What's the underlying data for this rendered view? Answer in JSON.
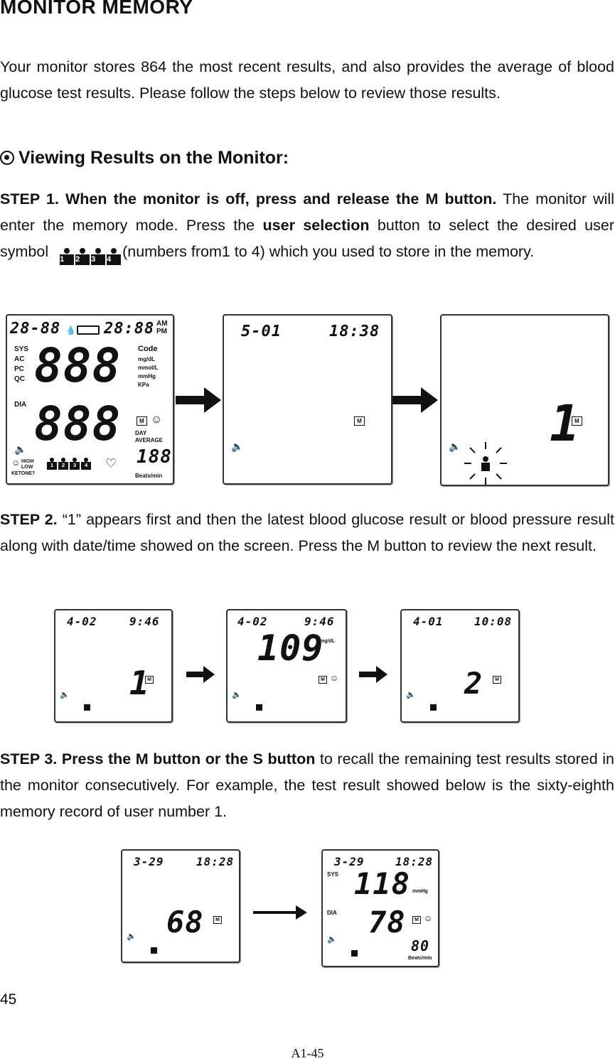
{
  "heading": "MONITOR MEMORY",
  "intro": "Your monitor stores 864 the most recent results, and also provides the average of blood glucose test results. Please follow the steps below to review those results.",
  "subheading": "Viewing Results on the Monitor:",
  "subheading_icon": "circled-dot-icon",
  "step1": {
    "bold_lead": "STEP 1. When the monitor is off, press and release the M button.",
    "text_a": " The monitor will enter the memory mode. Press the ",
    "bold_mid": "user selection",
    "text_b": " button to select the desired user symbol ",
    "text_c": "(numbers from1 to 4) which you used to store in the memory.",
    "user_symbols": [
      "1",
      "2",
      "3",
      "4"
    ]
  },
  "step2": {
    "bold_lead": "STEP 2.",
    "text": " “1” appears first and then the latest blood glucose result or blood pressure result along with date/time showed on the screen. Press the M button to review the next result."
  },
  "step3": {
    "bold_lead": "STEP 3. Press the M button or the S button",
    "text": " to recall the remaining test results stored in the monitor consecutively. For example, the test result showed below is the sixty-eighth memory record of user number 1."
  },
  "screens": {
    "full": {
      "date": "28-88",
      "time": "28:88",
      "am": "AM",
      "pm": "PM",
      "sys": "SYS",
      "ac": "AC",
      "pc": "PC",
      "qc": "QC",
      "dia": "DIA",
      "big_top": "888",
      "big_bottom": "888",
      "code": "Code",
      "units": [
        "mg/dL",
        "mmol/L",
        "mmHg",
        "KPa"
      ],
      "day": "DAY",
      "average": "AVERAGE",
      "pulse": "188",
      "beats": "Beats/min",
      "high": "HIGH",
      "low": "LOW",
      "ketone": "KETONE?"
    },
    "s1b": {
      "date": "5-01",
      "time": "18:38",
      "m": "M"
    },
    "s1c": {
      "num": "1",
      "m": "M"
    },
    "s2a": {
      "date": "4-02",
      "time": "9:46",
      "num": "1",
      "m": "M"
    },
    "s2b": {
      "date": "4-02",
      "time": "9:46",
      "value": "109",
      "unit": "mg/dL",
      "m": "M"
    },
    "s2c": {
      "date": "4-01",
      "time": "10:08",
      "num": "2",
      "m": "M"
    },
    "s3a": {
      "date": "3-29",
      "time": "18:28",
      "num": "68",
      "m": "M"
    },
    "s3b": {
      "date": "3-29",
      "time": "18:28",
      "sys": "SYS",
      "dia": "DIA",
      "sys_val": "118",
      "dia_val": "78",
      "unit": "mmHg",
      "pulse": "80",
      "beats": "Beats/min",
      "m": "M"
    }
  },
  "footer": {
    "page_number": "45",
    "code": "A1-45"
  }
}
